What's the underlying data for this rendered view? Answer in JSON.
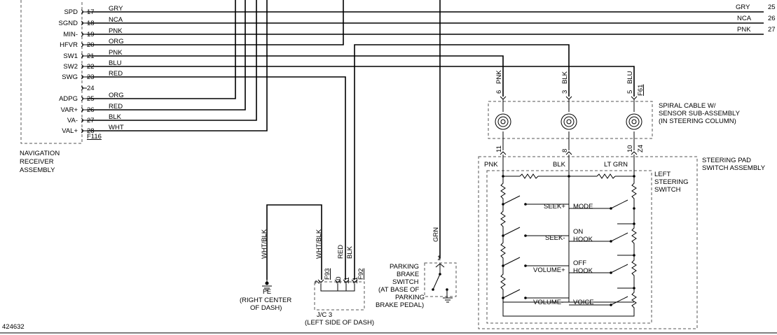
{
  "receiver": {
    "rows": [
      {
        "sig": "SPD",
        "pin": "17",
        "color": "GRY"
      },
      {
        "sig": "SGND",
        "pin": "18",
        "color": "NCA"
      },
      {
        "sig": "MIN-",
        "pin": "19",
        "color": "PNK"
      },
      {
        "sig": "HFVR",
        "pin": "20",
        "color": "ORG"
      },
      {
        "sig": "SW1",
        "pin": "21",
        "color": "PNK"
      },
      {
        "sig": "SW2",
        "pin": "22",
        "color": "BLU"
      },
      {
        "sig": "SWG",
        "pin": "23",
        "color": "RED"
      },
      {
        "sig": "",
        "pin": "24",
        "color": ""
      },
      {
        "sig": "ADPG",
        "pin": "25",
        "color": "ORG"
      },
      {
        "sig": "VAR+",
        "pin": "26",
        "color": "RED"
      },
      {
        "sig": "VA-",
        "pin": "27",
        "color": "BLK"
      },
      {
        "sig": "VAL+",
        "pin": "28",
        "color": "WHT"
      }
    ],
    "connector": "F116",
    "name": [
      "NAVIGATION",
      "RECEIVER",
      "ASSEMBLY"
    ]
  },
  "right_wires": [
    {
      "color": "GRY",
      "num": "25"
    },
    {
      "color": "NCA",
      "num": "26"
    },
    {
      "color": "PNK",
      "num": "27"
    }
  ],
  "spiral": {
    "pins": [
      {
        "pin": "6",
        "color": "PNK"
      },
      {
        "pin": "3",
        "color": "BLK"
      },
      {
        "pin": "5",
        "color": "BLU"
      }
    ],
    "connector": "F61",
    "name": [
      "SPIRAL CABLE W/",
      "SENSOR SUB-ASSEMBLY",
      "(IN STEERING COLUMN)"
    ]
  },
  "pad": {
    "pins": [
      {
        "pin": "11",
        "color": "PNK"
      },
      {
        "pin": "8",
        "color": "BLK"
      },
      {
        "pin": "10",
        "color": "LT GRN"
      }
    ],
    "connector": "Z4",
    "name": [
      "STEERING PAD",
      "SWITCH ASSEMBLY"
    ],
    "inner_name": [
      "LEFT",
      "STEERING",
      "SWITCH"
    ],
    "left_switches": [
      "SEEK+",
      "SEEK-",
      "VOLUME+",
      "VOLUME-"
    ],
    "right_switches": [
      "MODE",
      "ON",
      "HOOK",
      "OFF",
      "HOOK",
      "VOICE"
    ]
  },
  "jc": {
    "pins": [
      "2",
      "10",
      "11",
      "11"
    ],
    "connectors": [
      "F93",
      "F92"
    ],
    "wires": [
      "WHT/BLK",
      "WHT/BLK",
      "RED",
      "BLK"
    ],
    "name": [
      "J/C 3",
      "(LEFT SIDE OF DASH)"
    ]
  },
  "ground": {
    "label": "FE",
    "name": [
      "(RIGHT CENTER",
      "OF DASH)"
    ]
  },
  "brake": {
    "pin": "1",
    "wire": "GRN",
    "name": [
      "PARKING",
      "BRAKE",
      "SWITCH",
      "(AT BASE OF",
      "PARKING",
      "BRAKE PEDAL)"
    ]
  },
  "figure_id": "424632"
}
